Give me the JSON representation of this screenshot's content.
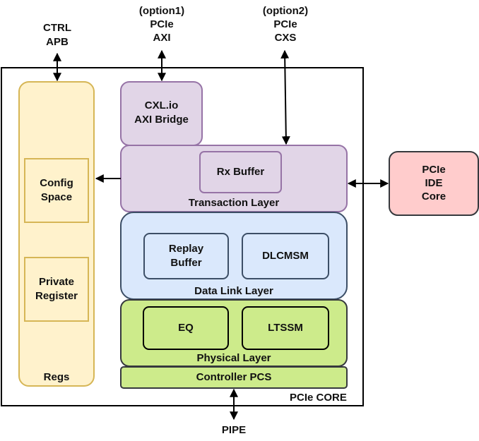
{
  "external": {
    "ctrl_apb": [
      "CTRL",
      "APB"
    ],
    "option1": [
      "(option1)",
      "PCIe",
      "AXI"
    ],
    "option2": [
      "(option2)",
      "PCIe",
      "CXS"
    ],
    "pipe": "PIPE"
  },
  "core": {
    "label": "PCIe CORE"
  },
  "regs": {
    "label": "Regs",
    "config_space": [
      "Config",
      "Space"
    ],
    "private_register": [
      "Private",
      "Register"
    ]
  },
  "bridge": [
    "CXL.io",
    "AXI Bridge"
  ],
  "transaction_layer": {
    "label": "Transaction Layer",
    "rx_buffer": "Rx Buffer"
  },
  "data_link_layer": {
    "label": "Data Link Layer",
    "replay_buffer": [
      "Replay",
      "Buffer"
    ],
    "dlcmsm": "DLCMSM"
  },
  "physical_layer": {
    "label": "Physical Layer",
    "eq": "EQ",
    "ltssm": "LTSSM"
  },
  "controller_pcs": "Controller PCS",
  "ide_core": [
    "PCIe",
    "IDE",
    "Core"
  ],
  "colors": {
    "regs_fill": "#fff2cc",
    "regs_stroke": "#d6b656",
    "tl_fill": "#e1d5e7",
    "tl_stroke": "#9673a6",
    "dl_fill": "#dae8fc",
    "dl_stroke": "#3c4e66",
    "ph_fill": "#cdeb8b",
    "ph_stroke": "#36393d",
    "ide_fill": "#ffcccc",
    "ide_stroke": "#36393d"
  }
}
